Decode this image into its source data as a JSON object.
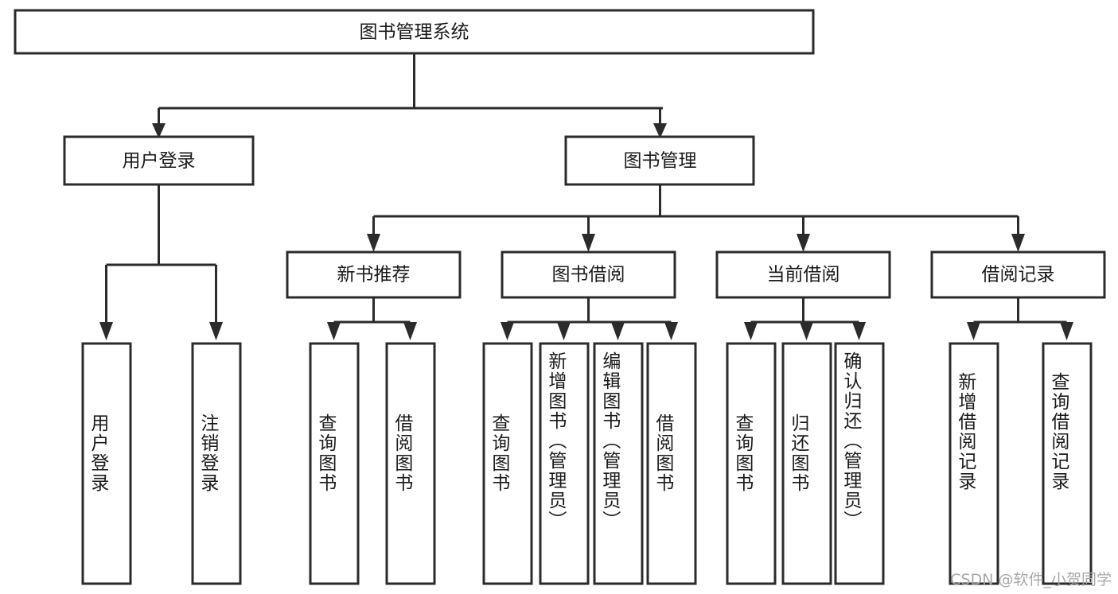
{
  "diagram": {
    "type": "tree-hierarchy",
    "title": "图书管理系统",
    "watermark": "CSDN @软件_小贺同学",
    "colors": {
      "box_stroke": "#2b2b2b",
      "box_fill": "#ffffff",
      "text": "#1a1a1a",
      "background": "#ffffff",
      "watermark": "#a8a8a8"
    },
    "root": {
      "id": "root",
      "label": "图书管理系统",
      "orientation": "horizontal"
    },
    "level1": [
      {
        "id": "user-login",
        "label": "用户登录",
        "orientation": "horizontal"
      },
      {
        "id": "book-manage",
        "label": "图书管理",
        "orientation": "horizontal"
      }
    ],
    "level2": [
      {
        "id": "new-book-recommend",
        "label": "新书推荐",
        "parent": "book-manage",
        "orientation": "horizontal"
      },
      {
        "id": "book-borrow",
        "label": "图书借阅",
        "parent": "book-manage",
        "orientation": "horizontal"
      },
      {
        "id": "current-borrow",
        "label": "当前借阅",
        "parent": "book-manage",
        "orientation": "horizontal"
      },
      {
        "id": "borrow-record",
        "label": "借阅记录",
        "parent": "book-manage",
        "orientation": "horizontal"
      }
    ],
    "leaves": [
      {
        "id": "leaf-user-login",
        "label": "用户登录",
        "parent": "user-login",
        "orientation": "vertical"
      },
      {
        "id": "leaf-logout",
        "label": "注销登录",
        "parent": "user-login",
        "orientation": "vertical"
      },
      {
        "id": "leaf-query-book-1",
        "label": "查询图书",
        "parent": "new-book-recommend",
        "orientation": "vertical"
      },
      {
        "id": "leaf-borrow-book-1",
        "label": "借阅图书",
        "parent": "new-book-recommend",
        "orientation": "vertical"
      },
      {
        "id": "leaf-query-book-2",
        "label": "查询图书",
        "parent": "book-borrow",
        "orientation": "vertical"
      },
      {
        "id": "leaf-add-book",
        "label": "新增图书（管理员）",
        "parent": "book-borrow",
        "orientation": "vertical"
      },
      {
        "id": "leaf-edit-book",
        "label": "编辑图书（管理员）",
        "parent": "book-borrow",
        "orientation": "vertical"
      },
      {
        "id": "leaf-borrow-book-2",
        "label": "借阅图书",
        "parent": "book-borrow",
        "orientation": "vertical"
      },
      {
        "id": "leaf-query-book-3",
        "label": "查询图书",
        "parent": "current-borrow",
        "orientation": "vertical"
      },
      {
        "id": "leaf-return-book",
        "label": "归还图书",
        "parent": "current-borrow",
        "orientation": "vertical"
      },
      {
        "id": "leaf-confirm-return",
        "label": "确认归还（管理员）",
        "parent": "current-borrow",
        "orientation": "vertical"
      },
      {
        "id": "leaf-add-record",
        "label": "新增借阅记录",
        "parent": "borrow-record",
        "orientation": "vertical"
      },
      {
        "id": "leaf-query-record",
        "label": "查询借阅记录",
        "parent": "borrow-record",
        "orientation": "vertical"
      }
    ]
  }
}
